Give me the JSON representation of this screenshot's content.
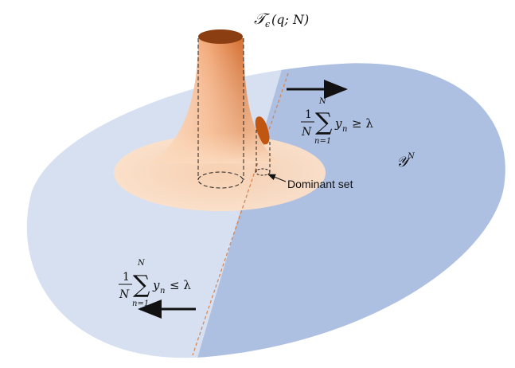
{
  "labels": {
    "typical_set": "𝒯",
    "typical_set_sub": "ϵ",
    "typical_set_args": "(q; N)",
    "space": "𝒴",
    "space_sup": "N",
    "dominant_set": "Dominant set"
  },
  "right_inequality": {
    "frac_num": "1",
    "frac_den": "N",
    "sum_top": "N",
    "sum_bottom": "n=1",
    "sum_sign": "∑",
    "var": "y",
    "var_sub": "n",
    "relation": "≥ λ"
  },
  "left_inequality": {
    "frac_num": "1",
    "frac_den": "N",
    "sum_top": "N",
    "sum_bottom": "n=1",
    "sum_sign": "∑",
    "var": "y",
    "var_sub": "n",
    "relation": "≤ λ"
  },
  "colors": {
    "left_region": "#d6e0f1",
    "right_region": "#aec0e2",
    "disc": "#fbd9bd",
    "tube_dark": "#8a3e12",
    "tube_mid": "#d9804a",
    "tube_light": "#f8dcc4",
    "blob": "#c0560f",
    "boundary": "#d9804a"
  }
}
